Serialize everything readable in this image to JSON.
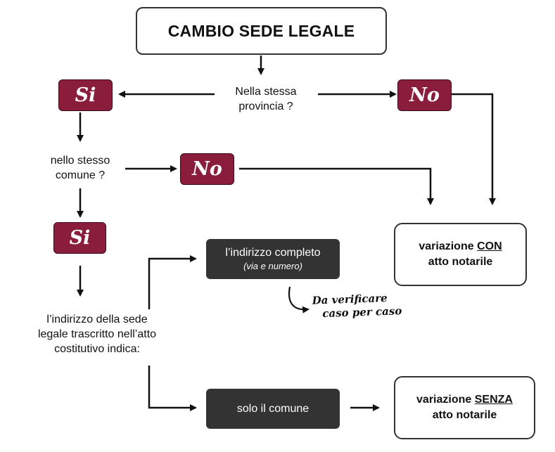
{
  "title": "CAMBIO SEDE LEGALE",
  "questions": {
    "same_province": [
      "Nella stessa",
      "provincia ?"
    ],
    "same_municipality": [
      "nello stesso",
      "comune ?"
    ],
    "address": [
      "l’indirizzo della sede",
      "legale trascritto nell’atto",
      "costitutivo indica:"
    ]
  },
  "answers": {
    "yes_province": "Si",
    "no_province": "No",
    "no_municipality": "No",
    "yes_municipality": "Si"
  },
  "options": {
    "full_address": {
      "label": "l’indirizzo completo",
      "detail": "(via e numero)"
    },
    "only_municipality": {
      "label": "solo il comune"
    }
  },
  "note": [
    "Da verificare",
    "caso per caso"
  ],
  "results": {
    "with_notary": {
      "prefix": "variazione ",
      "keyword": "CON",
      "suffix": "atto notarile"
    },
    "without_notary": {
      "prefix": "variazione ",
      "keyword": "SENZA",
      "suffix": "atto notarile"
    }
  }
}
